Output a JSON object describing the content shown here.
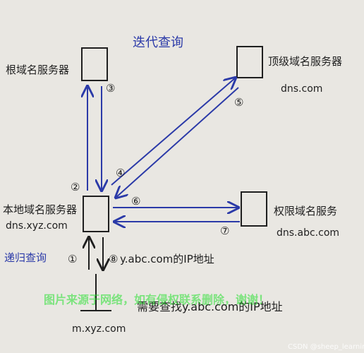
{
  "title": "迭代查询",
  "nodes": {
    "root": {
      "label": "根域名服务器"
    },
    "tld": {
      "label": "顶级域名服务器",
      "sub": "dns.com"
    },
    "local": {
      "label": "本地域名服务器",
      "sub": "dns.xyz.com"
    },
    "auth": {
      "label": "权限域名服务",
      "sub": "dns.abc.com"
    },
    "host": {
      "sub": "m.xyz.com"
    }
  },
  "recursive_label": "递归查询",
  "step_labels": {
    "s1": "①",
    "s2": "②",
    "s3": "③",
    "s4": "④",
    "s5": "⑤",
    "s6": "⑥",
    "s7": "⑦",
    "s8": "⑧"
  },
  "annotations": {
    "answer": "y.abc.com的IP地址",
    "query": "需要查找y.abc.com的IP地址"
  },
  "watermark": "图片来源于网络，如有侵权联系删除，谢谢！",
  "footer": "CSDN @sheep_learning",
  "colors": {
    "ink": "#1f1f1f",
    "arrow": "#2b3aa8",
    "watermark": "#22e02b"
  }
}
